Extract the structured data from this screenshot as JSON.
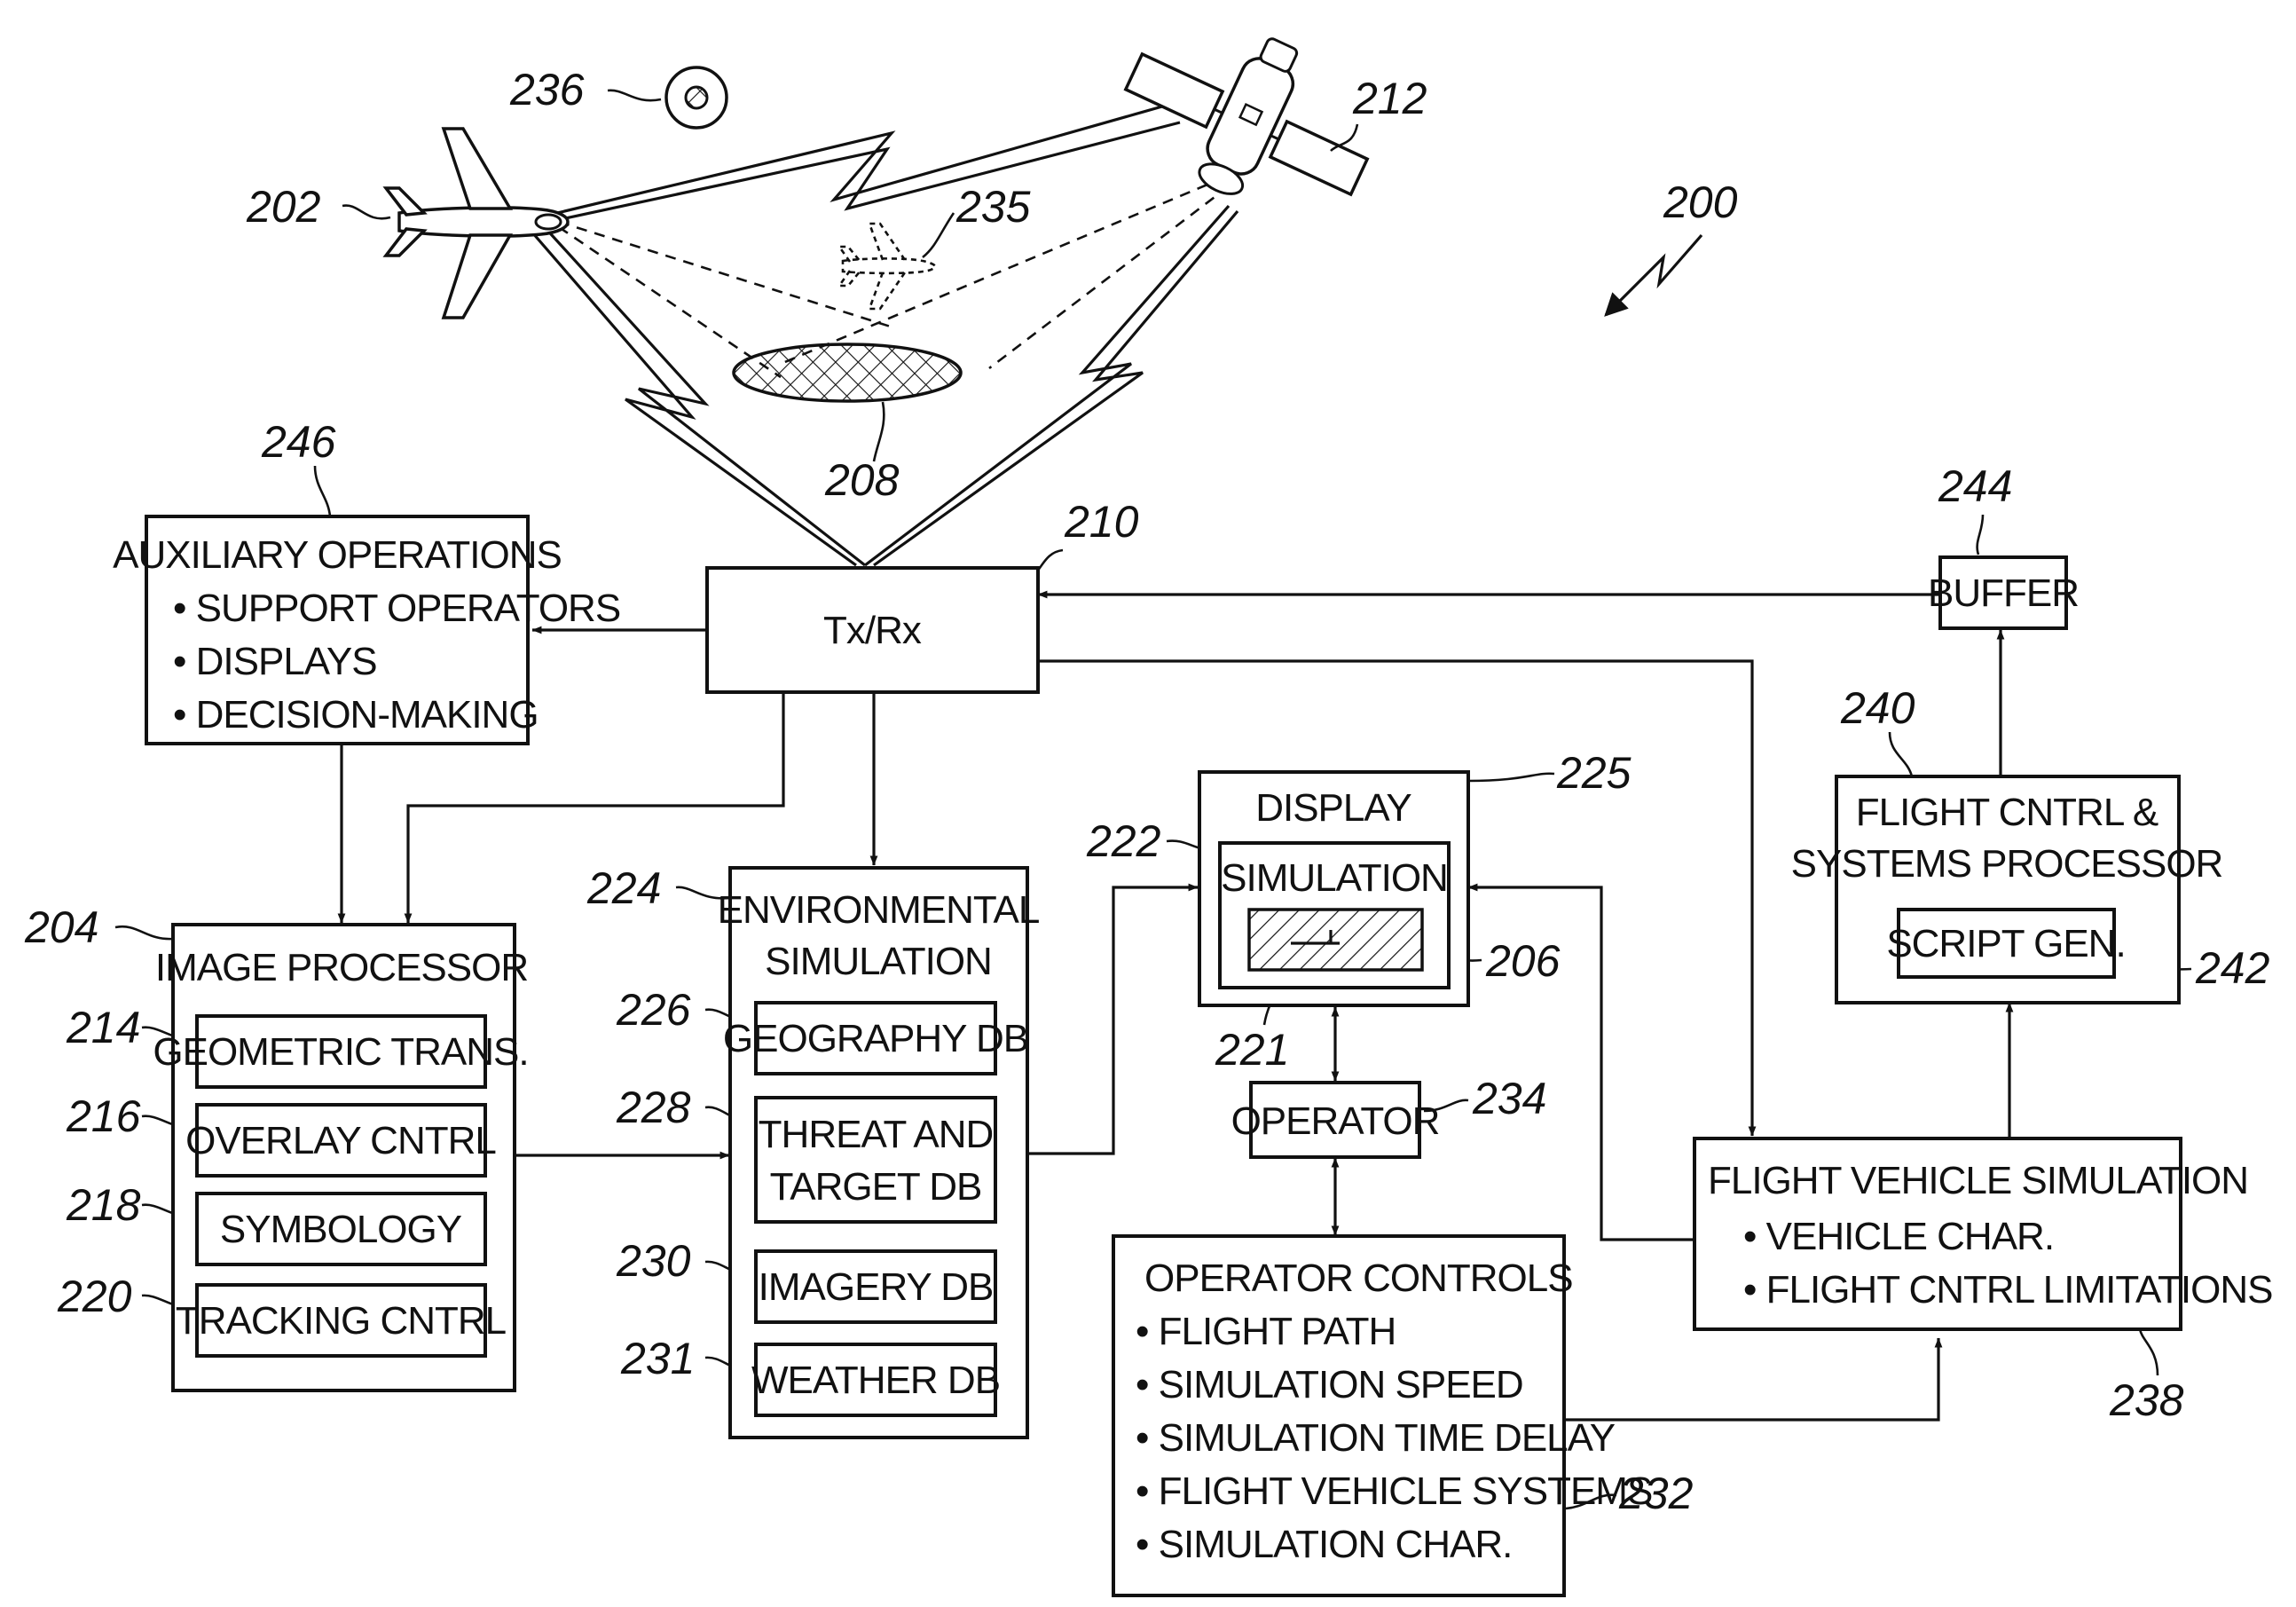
{
  "ref_numbers": {
    "system": "200",
    "aircraft": "202",
    "image_processor": "204",
    "simulation_overlay": "206",
    "target_area": "208",
    "txrx": "210",
    "satellite": "212",
    "geometric_trans": "214",
    "overlay_cntrl": "216",
    "symbology": "218",
    "tracking_cntrl": "220",
    "crosshair": "221",
    "simulation_window": "222",
    "environmental_simulation": "224",
    "display": "225",
    "geography_db": "226",
    "threat_target_db": "228",
    "imagery_db": "230",
    "weather_db": "231",
    "operator_controls": "232",
    "operator": "234",
    "simulated_aircraft": "235",
    "sun": "236",
    "flight_vehicle_simulation": "238",
    "flight_cntrl_processor": "240",
    "script_gen": "242",
    "buffer": "244",
    "auxiliary_operations": "246"
  },
  "boxes": {
    "auxiliary": {
      "title": "AUXILIARY OPERATIONS",
      "items": [
        "• SUPPORT OPERATORS",
        "• DISPLAYS",
        "• DECISION-MAKING"
      ]
    },
    "txrx": "Tx/Rx",
    "buffer": "BUFFER",
    "flight_cntrl": {
      "line1": "FLIGHT CNTRL &",
      "line2": "SYSTEMS PROCESSOR",
      "script_gen": "SCRIPT GEN."
    },
    "display": {
      "title": "DISPLAY",
      "simulation": "SIMULATION"
    },
    "image_processor": {
      "title": "IMAGE PROCESSOR",
      "items": [
        "GEOMETRIC TRANS.",
        "OVERLAY CNTRL",
        "SYMBOLOGY",
        "TRACKING CNTRL"
      ]
    },
    "environmental": {
      "line1": "ENVIRONMENTAL",
      "line2": "SIMULATION",
      "geography": "GEOGRAPHY DB",
      "threat1": "THREAT AND",
      "threat2": "TARGET DB",
      "imagery": "IMAGERY DB",
      "weather": "WEATHER DB"
    },
    "operator": "OPERATOR",
    "operator_controls": {
      "title": "OPERATOR CONTROLS",
      "items": [
        "• FLIGHT PATH",
        "• SIMULATION SPEED",
        "• SIMULATION TIME DELAY",
        "• FLIGHT VEHICLE SYSTEMS",
        "• SIMULATION CHAR."
      ]
    },
    "flight_vehicle": {
      "title": "FLIGHT VEHICLE SIMULATION",
      "items": [
        "• VEHICLE CHAR.",
        "• FLIGHT CNTRL LIMITATIONS"
      ]
    }
  }
}
